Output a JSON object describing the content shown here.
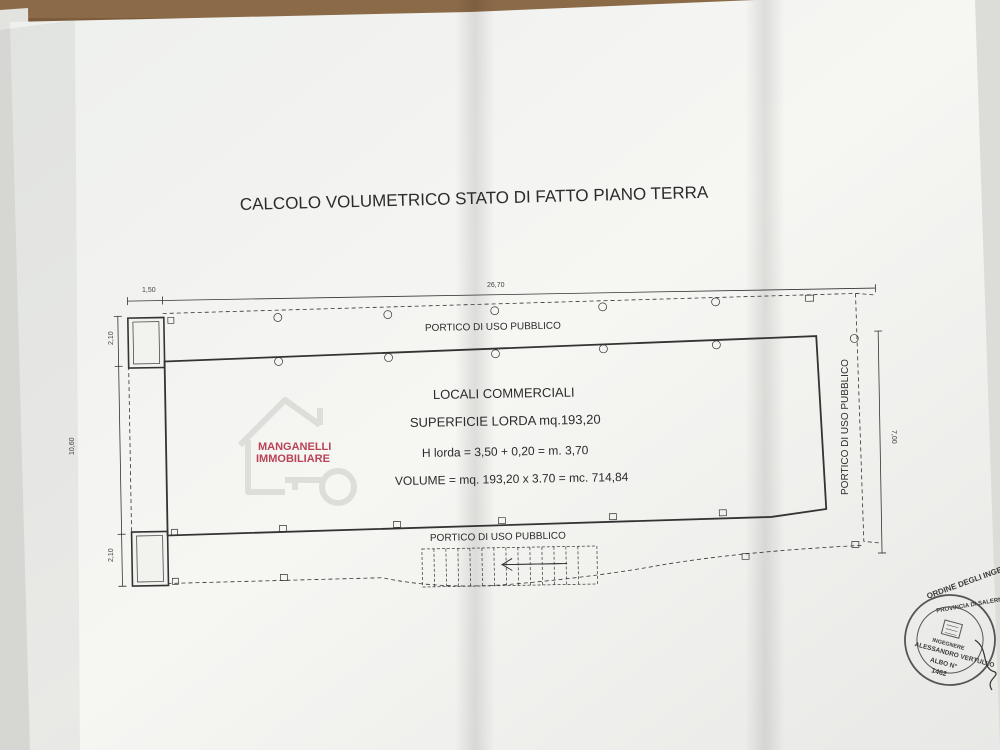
{
  "document": {
    "title": "CALCOLO VOLUMETRICO STATO DI FATTO PIANO TERRA",
    "dimensions": {
      "left_width": "1,50",
      "total_length": "26,70",
      "top_portico_depth": "2,10",
      "total_depth": "10,60",
      "bottom_portico_depth": "2,10",
      "right_portico_depth": "7,00"
    },
    "labels": {
      "portico_top": "PORTICO DI USO PUBBLICO",
      "portico_bottom": "PORTICO DI USO PUBBLICO",
      "portico_right": "PORTICO DI USO PUBBLICO",
      "locali": "LOCALI COMMERCIALI",
      "superficie": "SUPERFICIE LORDA mq.193,20",
      "h_lorda": "H lorda = 3,50 + 0,20 = m. 3,70",
      "volume": "VOLUME = mq. 193,20 x 3.70 = mc. 714,84"
    },
    "watermark": {
      "line1": "MANGANELLI",
      "line2": "IMMOBILIARE",
      "color": "#b0233c"
    },
    "stamp": {
      "outer": "ORDINE DEGLI INGEGNERI",
      "province": "PROVINCIA DI SALERNO",
      "title": "INGEGNERE",
      "name": "ALESSANDRO VERTULLO",
      "albo": "ALBO N°",
      "number": "1462"
    }
  }
}
